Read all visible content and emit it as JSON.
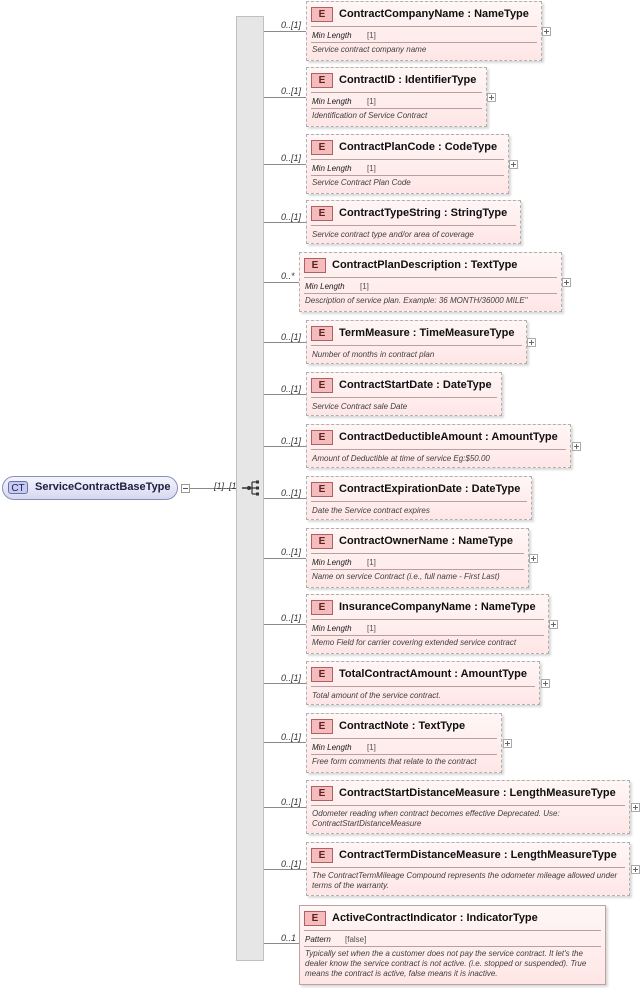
{
  "complex_type": {
    "badge": "CT",
    "name": "ServiceContractBaseType",
    "cardinality": "[1]..[1]"
  },
  "elements": [
    {
      "badge": "E",
      "title": "ContractCompanyName : NameType",
      "card": "0..[1]",
      "facet": "Min Length",
      "facet_value": "[1]",
      "doc": "Service contract company name"
    },
    {
      "badge": "E",
      "title": "ContractID : IdentifierType",
      "card": "0..[1]",
      "facet": "Min Length",
      "facet_value": "[1]",
      "doc": "Identification of Service Contract"
    },
    {
      "badge": "E",
      "title": "ContractPlanCode : CodeType",
      "card": "0..[1]",
      "facet": "Min Length",
      "facet_value": "[1]",
      "doc": "Service Contract Plan Code"
    },
    {
      "badge": "E",
      "title": "ContractTypeString : StringType",
      "card": "0..[1]",
      "doc": "Service contract type and/or area of coverage"
    },
    {
      "badge": "E",
      "title": "ContractPlanDescription : TextType",
      "card": "0..*",
      "facet": "Min Length",
      "facet_value": "[1]",
      "doc": "Description of service plan. Example: 36 MONTH/36000 MILE\""
    },
    {
      "badge": "E",
      "title": "TermMeasure : TimeMeasureType",
      "card": "0..[1]",
      "doc": "Number of months in contract plan"
    },
    {
      "badge": "E",
      "title": "ContractStartDate : DateType",
      "card": "0..[1]",
      "doc": "Service Contract sale Date"
    },
    {
      "badge": "E",
      "title": "ContractDeductibleAmount : AmountType",
      "card": "0..[1]",
      "doc": "Amount of Deductible at time of service Eg:$50.00"
    },
    {
      "badge": "E",
      "title": "ContractExpirationDate : DateType",
      "card": "0..[1]",
      "doc": "Date the Service contract expires"
    },
    {
      "badge": "E",
      "title": "ContractOwnerName : NameType",
      "card": "0..[1]",
      "facet": "Min Length",
      "facet_value": "[1]",
      "doc": "Name on service Contract (i.e., full name - First Last)"
    },
    {
      "badge": "E",
      "title": "InsuranceCompanyName : NameType",
      "card": "0..[1]",
      "facet": "Min Length",
      "facet_value": "[1]",
      "doc": "Memo Field for carrier covering extended service contract"
    },
    {
      "badge": "E",
      "title": "TotalContractAmount : AmountType",
      "card": "0..[1]",
      "doc": "Total amount of the service contract."
    },
    {
      "badge": "E",
      "title": "ContractNote : TextType",
      "card": "0..[1]",
      "facet": "Min Length",
      "facet_value": "[1]",
      "doc": "Free form comments that relate to the contract"
    },
    {
      "badge": "E",
      "title": "ContractStartDistanceMeasure : LengthMeasureType",
      "card": "0..[1]",
      "doc": "Odometer reading when contract becomes effective Deprecated. Use: ContractStartDistanceMeasure"
    },
    {
      "badge": "E",
      "title": "ContractTermDistanceMeasure : LengthMeasureType",
      "card": "0..[1]",
      "doc": "The ContractTermMileage Compound represents the odometer mileage allowed under terms of the warranty."
    },
    {
      "badge": "E",
      "title": "ActiveContractIndicator : IndicatorType",
      "card": "0..1",
      "facet": "Pattern",
      "facet_value": "[false]",
      "doc": "Typically set when the a customer does not pay the service contract. It let's the dealer know the service contract is not active. (i.e. stopped or suspended). True means the contract is active, false means it is inactive."
    }
  ]
}
